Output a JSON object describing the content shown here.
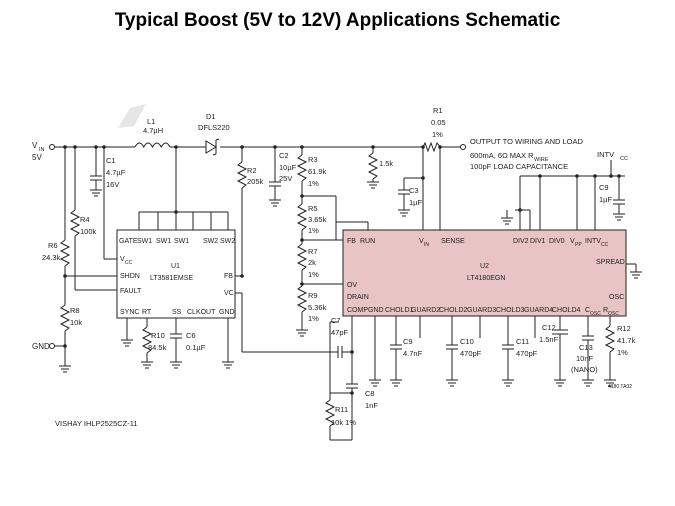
{
  "title": "Typical Boost (5V to 12V) Applications Schematic",
  "colors": {
    "u2_fill": "#e9c4c4",
    "u1_fill": "#ffffff",
    "wire": "#222222"
  },
  "inputs": {
    "vin": "V",
    "vin_sub": "IN",
    "vin_value": "5V",
    "gnd": "GND"
  },
  "components": {
    "L1": {
      "ref": "L1",
      "value": "4.7µH"
    },
    "D1": {
      "ref": "D1",
      "value": "DFLS220"
    },
    "R1": {
      "ref": "R1",
      "value": "0.05",
      "value2": "1%"
    },
    "C1": {
      "ref": "C1",
      "value": "4.7µF",
      "value2": "16V"
    },
    "R2": {
      "ref": "R2",
      "value": "205k"
    },
    "C2": {
      "ref": "C2",
      "value": "10µF",
      "value2": "25V"
    },
    "R3": {
      "ref": "R3",
      "value": "61.9k",
      "value2": "1%"
    },
    "R5": {
      "ref": "R5",
      "value": "3.65k",
      "value2": "1%"
    },
    "R7": {
      "ref": "R7",
      "value": "2k",
      "value2": "1%"
    },
    "R9": {
      "ref": "R9",
      "value": "5.36k",
      "value2": "1%"
    },
    "R4": {
      "ref": "R4",
      "value": "100k"
    },
    "R6": {
      "ref": "R6",
      "value": "24.3k"
    },
    "R8": {
      "ref": "R8",
      "value": "10k"
    },
    "R10": {
      "ref": "R10",
      "value": "84.5k"
    },
    "C6": {
      "ref": "C6",
      "value": "0.1µF"
    },
    "R_15k": {
      "value": "1.5k"
    },
    "C3": {
      "ref": "C3",
      "value": "1µF"
    },
    "C9_top": {
      "ref": "C9",
      "value": "1µF"
    },
    "C7": {
      "ref": "C7",
      "value": "47pF"
    },
    "C8": {
      "ref": "C8",
      "value": "1nF"
    },
    "R11": {
      "ref": "R11",
      "value": "10k 1%"
    },
    "C9": {
      "ref": "C9",
      "value": "4.7nF"
    },
    "C10": {
      "ref": "C10",
      "value": "470pF"
    },
    "C11": {
      "ref": "C11",
      "value": "470pF"
    },
    "C12": {
      "ref": "C12",
      "value": "1.5nF"
    },
    "C13": {
      "ref": "C13",
      "value": "10nF",
      "value2": "(NANO)"
    },
    "R12": {
      "ref": "R12",
      "value": "41.7k",
      "value2": "1%"
    }
  },
  "u1": {
    "ref": "U1",
    "part": "LT3581EMSE",
    "top_pins": [
      "GATE",
      "SW1",
      "SW1",
      "SW1",
      "SW2",
      "SW2"
    ],
    "left_pins": [
      "V",
      "SHDN",
      "FAULT"
    ],
    "vcc_sub": "CC",
    "bottom_pins": [
      "SYNC",
      "RT",
      "SS",
      "CLKOUT",
      "GND"
    ],
    "right_pins": [
      "FB",
      "VC"
    ]
  },
  "u2": {
    "ref": "U2",
    "part": "LT4180EGN",
    "top_pins": [
      "FB",
      "RUN",
      "V",
      "SENSE",
      "DIV2",
      "DIV1",
      "DIV0",
      "V",
      "INTV"
    ],
    "vin_sub": "IN",
    "vpp_sub": "PP",
    "intv_sub": "CC",
    "left_pins": [
      "OV",
      "DRAIN"
    ],
    "bottom_pins": [
      "COMP",
      "GND",
      "CHOLD1",
      "GUARD2",
      "CHOLD2",
      "GUARD3",
      "CHOLD3",
      "GUARD4",
      "CHOLD4",
      "C",
      "R"
    ],
    "cosc_sub": "OSC",
    "rosc_sub": "OSC",
    "right_pins": [
      "SPREAD",
      "OSC"
    ]
  },
  "labels": {
    "output_line1": "OUTPUT TO WIRING AND LOAD",
    "output_line2": "600mA, 6Ω MAX R",
    "output_line2_sub": "WIRE",
    "output_line3": "100pF LOAD CAPACITANCE",
    "intvcc": "INTV",
    "intvcc_sub": "CC",
    "inductor_note": "VISHAY IHLP2525CZ-11",
    "drawing_code": "4180 TA02"
  }
}
